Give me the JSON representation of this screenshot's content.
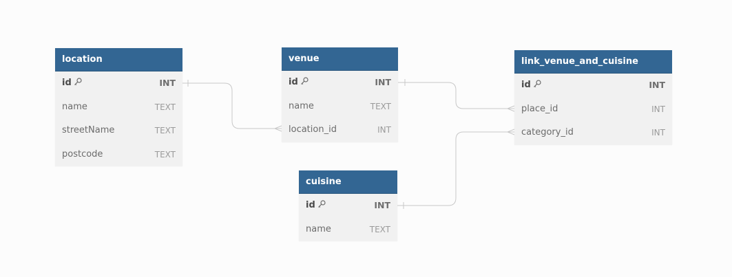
{
  "colors": {
    "header_bg": "#336693",
    "header_text": "#ffffff",
    "body_bg": "#f1f1f1",
    "connector": "#c8c8c8",
    "canvas_bg": "#fcfcfc"
  },
  "tables": {
    "location": {
      "name": "location",
      "fields": [
        {
          "name": "id",
          "type": "INT",
          "primary_key": true,
          "icon": "key-icon"
        },
        {
          "name": "name",
          "type": "TEXT",
          "primary_key": false
        },
        {
          "name": "streetName",
          "type": "TEXT",
          "primary_key": false
        },
        {
          "name": "postcode",
          "type": "TEXT",
          "primary_key": false
        }
      ]
    },
    "venue": {
      "name": "venue",
      "fields": [
        {
          "name": "id",
          "type": "INT",
          "primary_key": true,
          "icon": "key-icon"
        },
        {
          "name": "name",
          "type": "TEXT",
          "primary_key": false
        },
        {
          "name": "location_id",
          "type": "INT",
          "primary_key": false
        }
      ]
    },
    "link": {
      "name": "link_venue_and_cuisine",
      "fields": [
        {
          "name": "id",
          "type": "INT",
          "primary_key": true,
          "icon": "key-icon"
        },
        {
          "name": "place_id",
          "type": "INT",
          "primary_key": false
        },
        {
          "name": "category_id",
          "type": "INT",
          "primary_key": false
        }
      ]
    },
    "cuisine": {
      "name": "cuisine",
      "fields": [
        {
          "name": "id",
          "type": "INT",
          "primary_key": true,
          "icon": "key-icon"
        },
        {
          "name": "name",
          "type": "TEXT",
          "primary_key": false
        }
      ]
    }
  },
  "relationships": [
    {
      "from": "location.id",
      "to": "venue.location_id",
      "cardinality": "one-to-many"
    },
    {
      "from": "venue.id",
      "to": "link_venue_and_cuisine.place_id",
      "cardinality": "one-to-many"
    },
    {
      "from": "cuisine.id",
      "to": "link_venue_and_cuisine.category_id",
      "cardinality": "one-to-many"
    }
  ]
}
